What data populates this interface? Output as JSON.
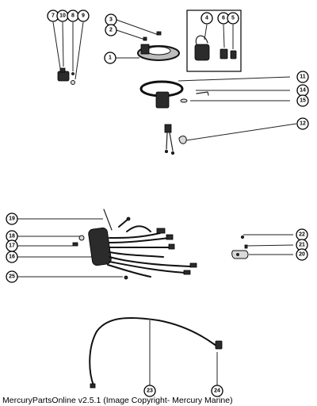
{
  "caption": "MercuryPartsOnline v2.5.1 (Image Copyright- Mercury Marine)",
  "callouts": {
    "c1": "1",
    "c2": "2",
    "c3": "3",
    "c4": "4",
    "c5": "5",
    "c6": "6",
    "c7": "7",
    "c8": "8",
    "c9": "9",
    "c10": "10",
    "c11": "11",
    "c12": "12",
    "c14": "14",
    "c15": "15",
    "c16": "16",
    "c17": "17",
    "c18": "18",
    "c19": "19",
    "c20": "20",
    "c21": "21",
    "c22": "22",
    "c23": "23",
    "c24": "24",
    "c25": "25"
  }
}
